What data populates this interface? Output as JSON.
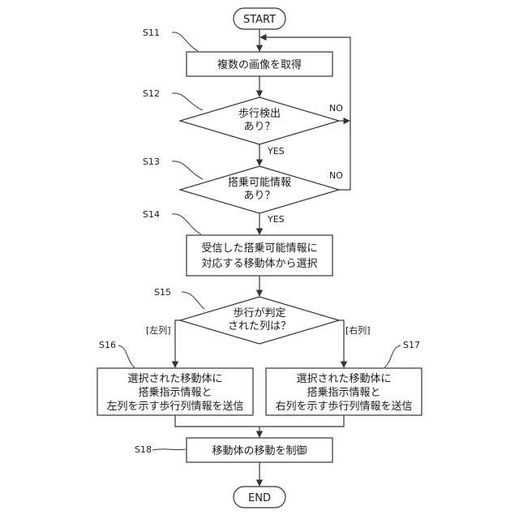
{
  "flowchart": {
    "start": "START",
    "end": "END",
    "steps": [
      {
        "id": "S11",
        "kind": "process",
        "lines": [
          "複数の画像を取得"
        ]
      },
      {
        "id": "S12",
        "kind": "decision",
        "lines": [
          "歩行検出",
          "あり？"
        ],
        "yes": "YES",
        "no": "NO"
      },
      {
        "id": "S13",
        "kind": "decision",
        "lines": [
          "搭乗可能情報",
          "あり？"
        ],
        "yes": "YES",
        "no": "NO"
      },
      {
        "id": "S14",
        "kind": "process",
        "lines": [
          "受信した搭乗可能情報に",
          "対応する移動体から選択"
        ]
      },
      {
        "id": "S15",
        "kind": "decision",
        "lines": [
          "歩行が判定",
          "された列は？"
        ],
        "left_branch": "[左列]",
        "right_branch": "[右列]"
      },
      {
        "id": "S16",
        "kind": "process",
        "lines": [
          "選択された移動体に",
          "搭乗指示情報と",
          "左列を示す歩行列情報を送信"
        ]
      },
      {
        "id": "S17",
        "kind": "process",
        "lines": [
          "選択された移動体に",
          "搭乗指示情報と",
          "右列を示す歩行列情報を送信"
        ]
      },
      {
        "id": "S18",
        "kind": "process",
        "lines": [
          "移動体の移動を制御"
        ]
      }
    ]
  }
}
